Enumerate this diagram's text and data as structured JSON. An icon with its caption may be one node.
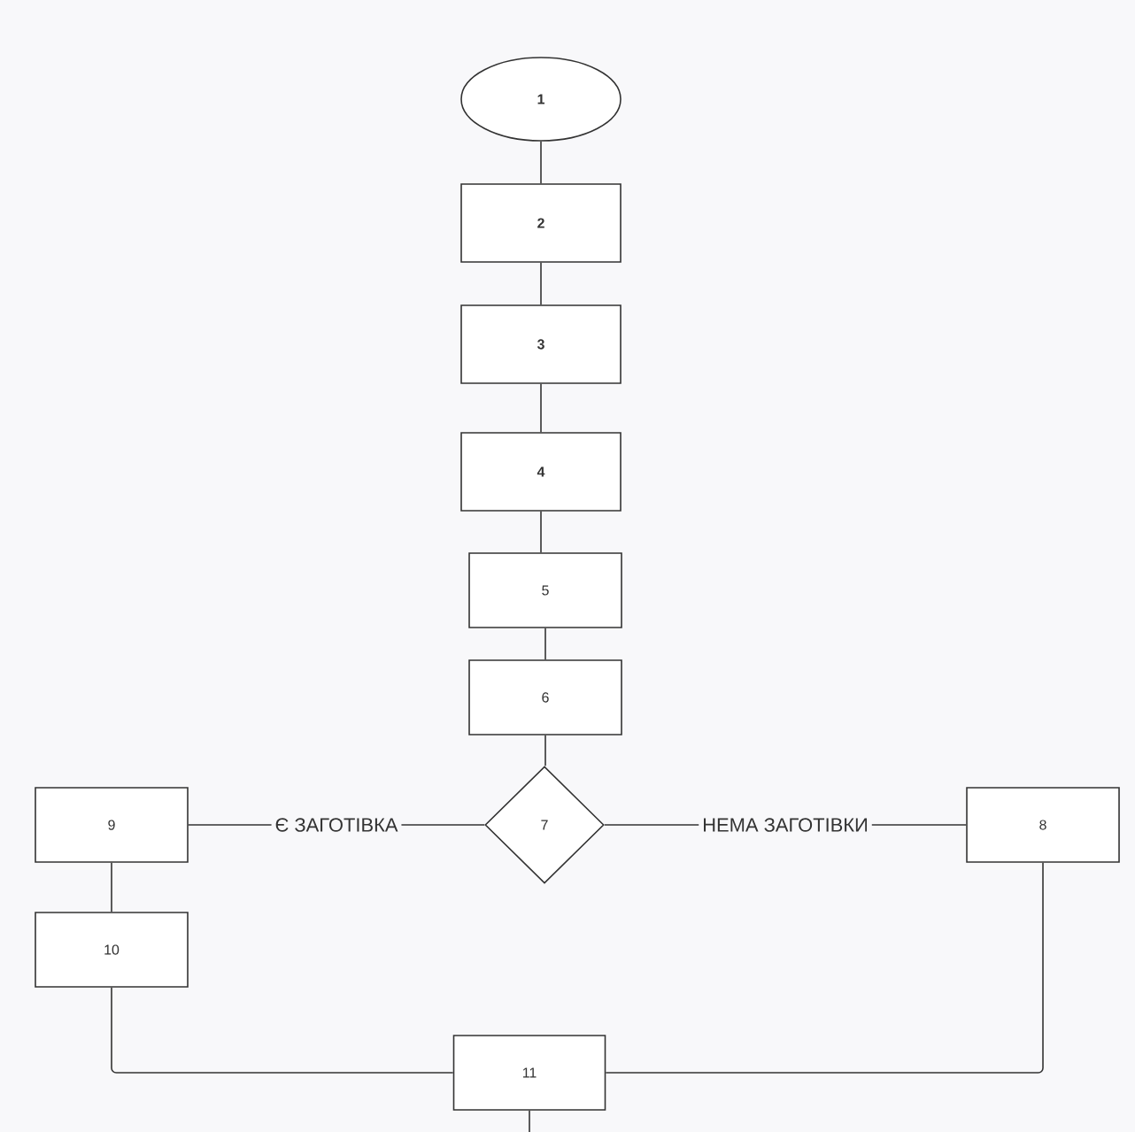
{
  "diagram": {
    "nodes": [
      {
        "text": [
          "1"
        ]
      },
      {
        "text": [
          "2"
        ]
      },
      {
        "text": [
          "3"
        ]
      },
      {
        "text": [
          "4"
        ]
      },
      {
        "text": [
          "5"
        ]
      },
      {
        "text": [
          "6"
        ]
      },
      {
        "text": [
          "7"
        ]
      },
      {
        "text": [
          "8"
        ]
      },
      {
        "text": [
          "9"
        ]
      },
      {
        "text": [
          "10"
        ]
      },
      {
        "text": [
          "11"
        ]
      }
    ],
    "edges": [
      {
        "from": 0,
        "to": 1,
        "arrow": "none"
      },
      {
        "from": 1,
        "to": 2,
        "arrow": "none"
      },
      {
        "from": 2,
        "to": 3,
        "arrow": "none"
      },
      {
        "from": 3,
        "to": 4,
        "arrow": "none"
      },
      {
        "from": 4,
        "to": 5,
        "arrow": "none"
      },
      {
        "from": 5,
        "to": 6,
        "arrow": "none"
      },
      {
        "from": 6,
        "to": 8,
        "arrow": "none",
        "label": "Є ЗАГОТІВКА"
      },
      {
        "from": 6,
        "to": 7,
        "arrow": "none",
        "label": "НЕМА ЗАГОТІВКИ"
      },
      {
        "from": 8,
        "to": 9,
        "arrow": "none"
      },
      {
        "from": 9,
        "to": 10,
        "arrow": "none"
      },
      {
        "from": 7,
        "to": 10,
        "arrow": "none"
      },
      {
        "from": 10,
        "to": null,
        "arrow": "none"
      }
    ]
  }
}
